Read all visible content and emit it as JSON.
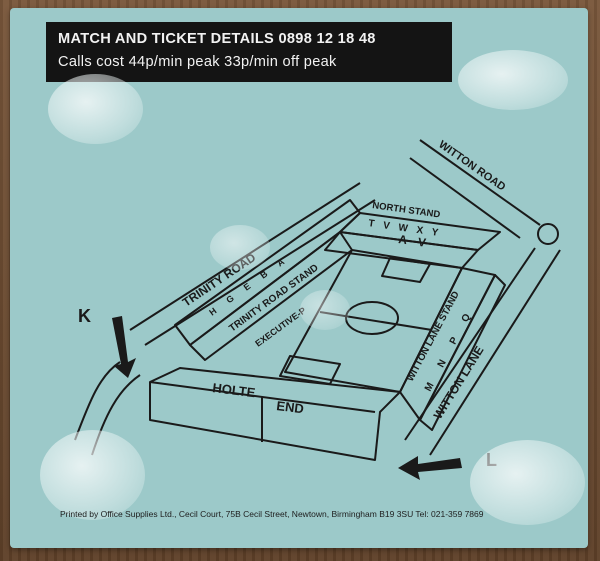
{
  "banner": {
    "line1": "MATCH AND TICKET DETAILS 0898 12 18 48",
    "line2": "Calls cost 44p/min peak 33p/min off peak"
  },
  "map": {
    "road_top": "TRINITY ROAD",
    "road_right_top": "WITTON ROAD",
    "road_right": "WITTON LANE",
    "stands": {
      "north": "NORTH STAND",
      "north_blocks": "T V W X Y",
      "north_av": "A V",
      "trinity": "TRINITY ROAD STAND",
      "trinity_blocks": "H G E B A",
      "trinity_lower": "EXECUTIVE-P",
      "witton": "WITTON LANE STAND",
      "witton_blocks": "M N P Q",
      "holte": "HOLTE",
      "holte_end": "END"
    },
    "entrance_k": "K",
    "entrance_l": "L"
  },
  "footer": "Printed by Office Supplies Ltd., Cecil Court, 75B Cecil Street, Newtown, Birmingham B19 3SU Tel: 021-359 7869",
  "colors": {
    "paper": "#9cc9c9",
    "ink": "#1a1a1a",
    "banner": "#141414"
  }
}
